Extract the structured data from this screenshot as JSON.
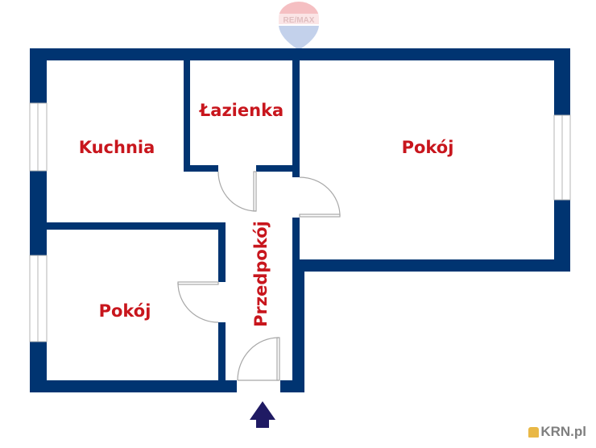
{
  "floor_plan": {
    "title": "",
    "wall_color": "#003471",
    "label_color": "#c8161d",
    "rooms": [
      {
        "id": "kitchen",
        "label": "Kuchnia"
      },
      {
        "id": "bathroom",
        "label": "Łazienka"
      },
      {
        "id": "room-large",
        "label": "Pokój"
      },
      {
        "id": "room-small",
        "label": "Pokój"
      },
      {
        "id": "hallway",
        "label": "Przedpokój"
      }
    ],
    "entrance_arrow_color": "#1f1a63"
  },
  "watermark": {
    "brand": "RE/MAX"
  },
  "source_badge": {
    "text": "KRN.pl"
  }
}
